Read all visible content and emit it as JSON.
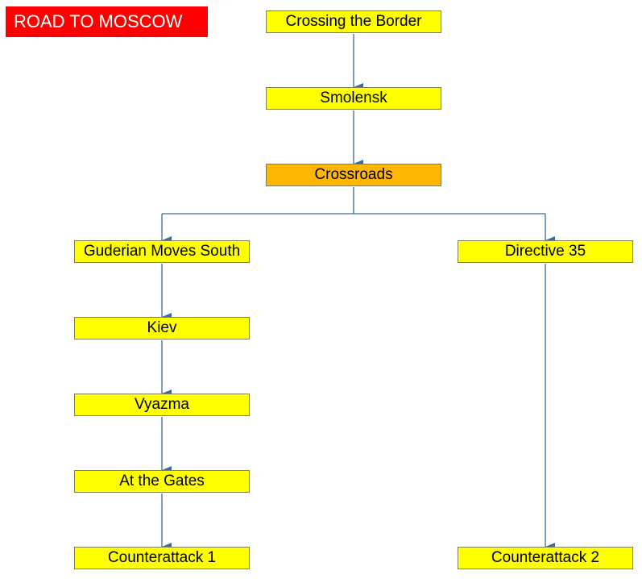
{
  "title": "ROAD TO MOSCOW",
  "colors": {
    "title_background": "#ff0000",
    "title_text": "#ffffff",
    "node_fill": "#ffff00",
    "highlight_fill": "#ffb600",
    "connector": "#3a6aa8"
  },
  "nodes": {
    "crossing_border": "Crossing the Border",
    "smolensk": "Smolensk",
    "crossroads": "Crossroads",
    "guderian": "Guderian Moves South",
    "directive35": "Directive 35",
    "kiev": "Kiev",
    "vyazma": "Vyazma",
    "at_gates": "At the Gates",
    "counterattack1": "Counterattack 1",
    "counterattack2": "Counterattack 2"
  }
}
